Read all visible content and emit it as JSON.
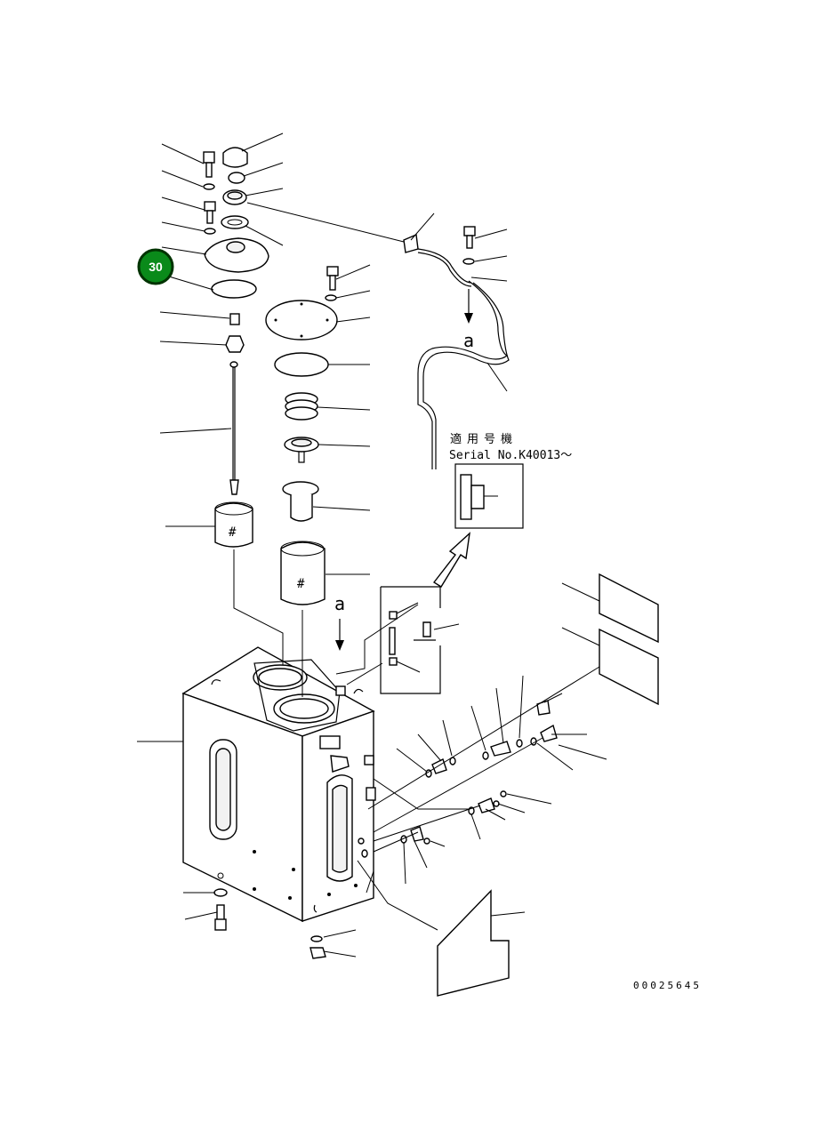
{
  "diagram": {
    "note": {
      "applicable_title": "適用号機",
      "serial_label": "Serial No.K40013～"
    },
    "view_marker_upper": "a",
    "view_marker_lower": "a",
    "drawing_number": "00025645",
    "callout": {
      "number": "30",
      "color": "#0a8a1a",
      "border": "#003300"
    }
  }
}
